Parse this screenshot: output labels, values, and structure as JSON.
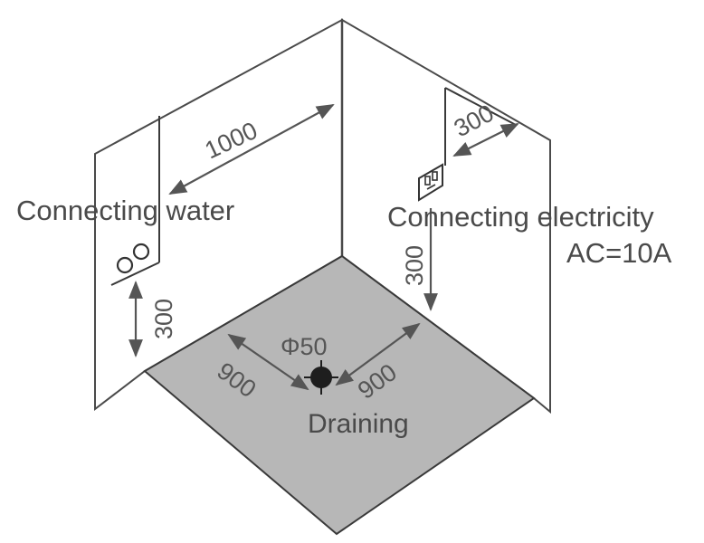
{
  "labels": {
    "water": "Connecting water",
    "electricity": "Connecting electricity",
    "electricity_spec": "AC=10A",
    "drain": "Draining"
  },
  "dimensions": {
    "back_wall_width": "1000",
    "water_height": "300",
    "side_offset": "300",
    "socket_height": "300",
    "drain_left": "900",
    "drain_right": "900",
    "drain_diameter": "Φ50"
  },
  "colors": {
    "floor": "#b7b7b7",
    "line": "#4a4a4a",
    "drain": "#1e1e1e"
  }
}
